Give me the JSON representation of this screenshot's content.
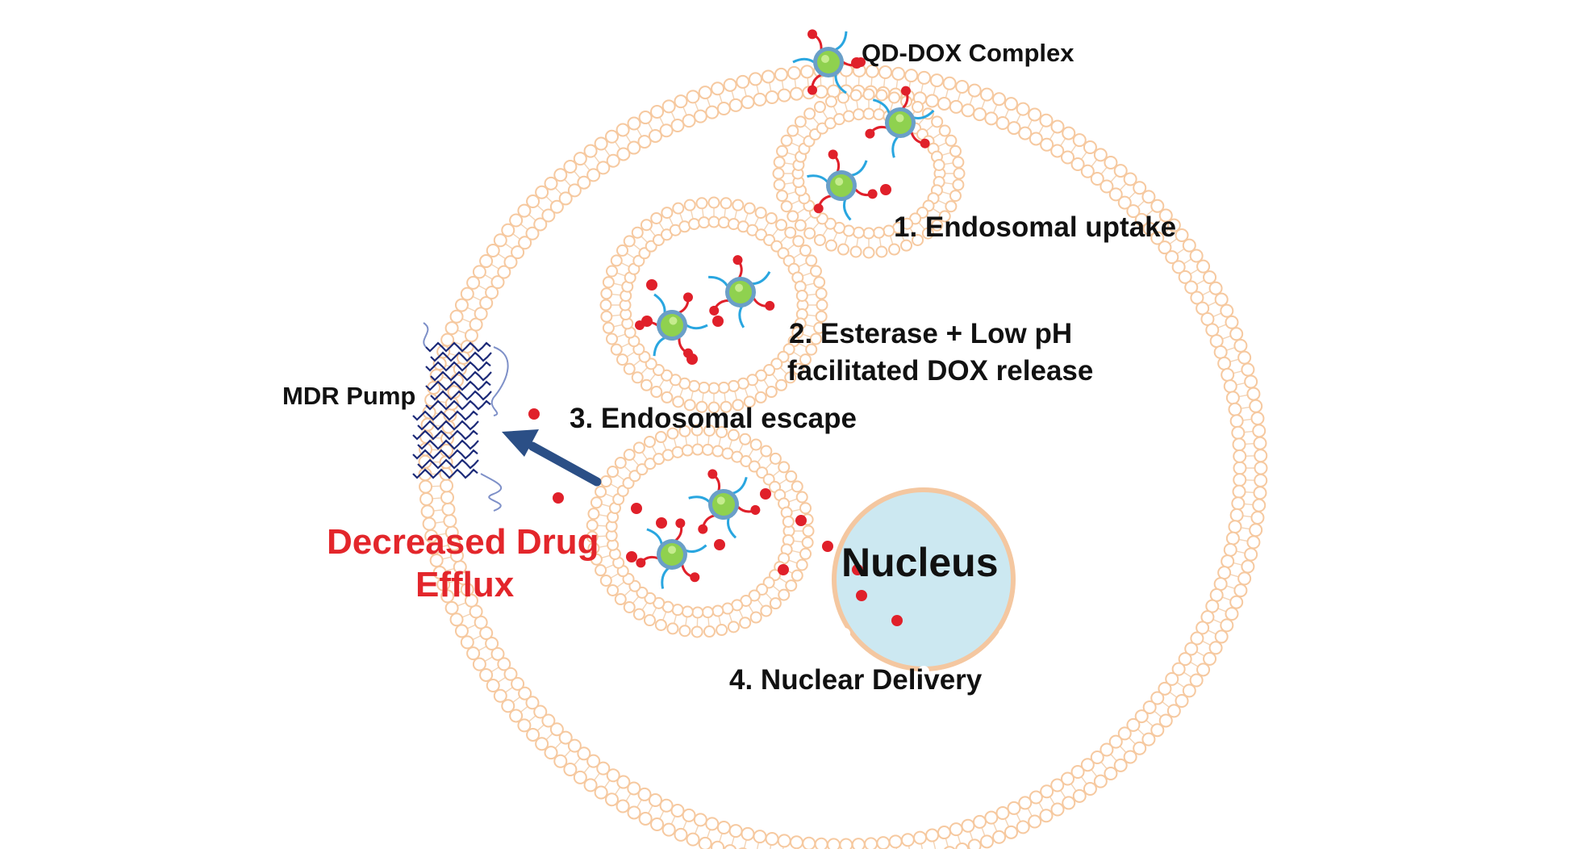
{
  "labels": {
    "complex": "QD-DOX Complex",
    "step1": "1. Endosomal uptake",
    "step2_line1": "2. Esterase + Low pH",
    "step2_line2": "facilitated DOX release",
    "step3": "3. Endosomal escape",
    "step4": "4. Nuclear Delivery",
    "pump": "MDR Pump",
    "efflux_line1": "Decreased Drug",
    "efflux_line2": "Efflux",
    "nucleus": "Nucleus"
  },
  "colors": {
    "membrane": "#f6c9a0",
    "membrane_line": "#f3d4b6",
    "qd_core": "#8fd14f",
    "qd_shell": "#6a9fc8",
    "dox": "#e0202a",
    "ligand": "#29a6e0",
    "nucleus_fill": "#cce8f1",
    "arrow": "#2b4f86",
    "pump": "#1c2a78",
    "efflux_text": "#e3262b"
  }
}
